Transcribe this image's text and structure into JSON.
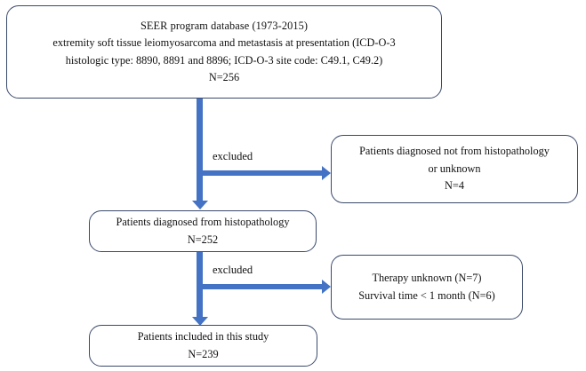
{
  "diagram": {
    "title": "SEER study patient selection flowchart",
    "accent_color": "#4472C4",
    "box_border_color": "#3a4a6b",
    "nodes": {
      "source_cohort": {
        "lines": [
          "SEER program database (1973-2015)",
          "extremity soft tissue leiomyosarcoma and metastasis at presentation (ICD-O-3",
          "histologic type: 8890, 8891 and 8896; ICD-O-3 site code: C49.1, C49.2)",
          "N=256"
        ],
        "count": "N=256"
      },
      "excluded_histopathology": {
        "lines": [
          "Patients diagnosed not from histopathology",
          "or unknown",
          "N=4"
        ],
        "count": "N=4"
      },
      "diagnosed_histopathology": {
        "lines": [
          "Patients diagnosed from histopathology",
          "N=252"
        ],
        "count": "N=252"
      },
      "excluded_therapy_survival": {
        "lines": [
          "Therapy unknown (N=7)",
          "Survival time <  1 month (N=6)"
        ]
      },
      "included_final": {
        "lines": [
          "Patients included in this study",
          "N=239"
        ],
        "count": "N=239"
      }
    },
    "edges": {
      "excluded_label_1": "excluded",
      "excluded_label_2": "excluded"
    }
  }
}
